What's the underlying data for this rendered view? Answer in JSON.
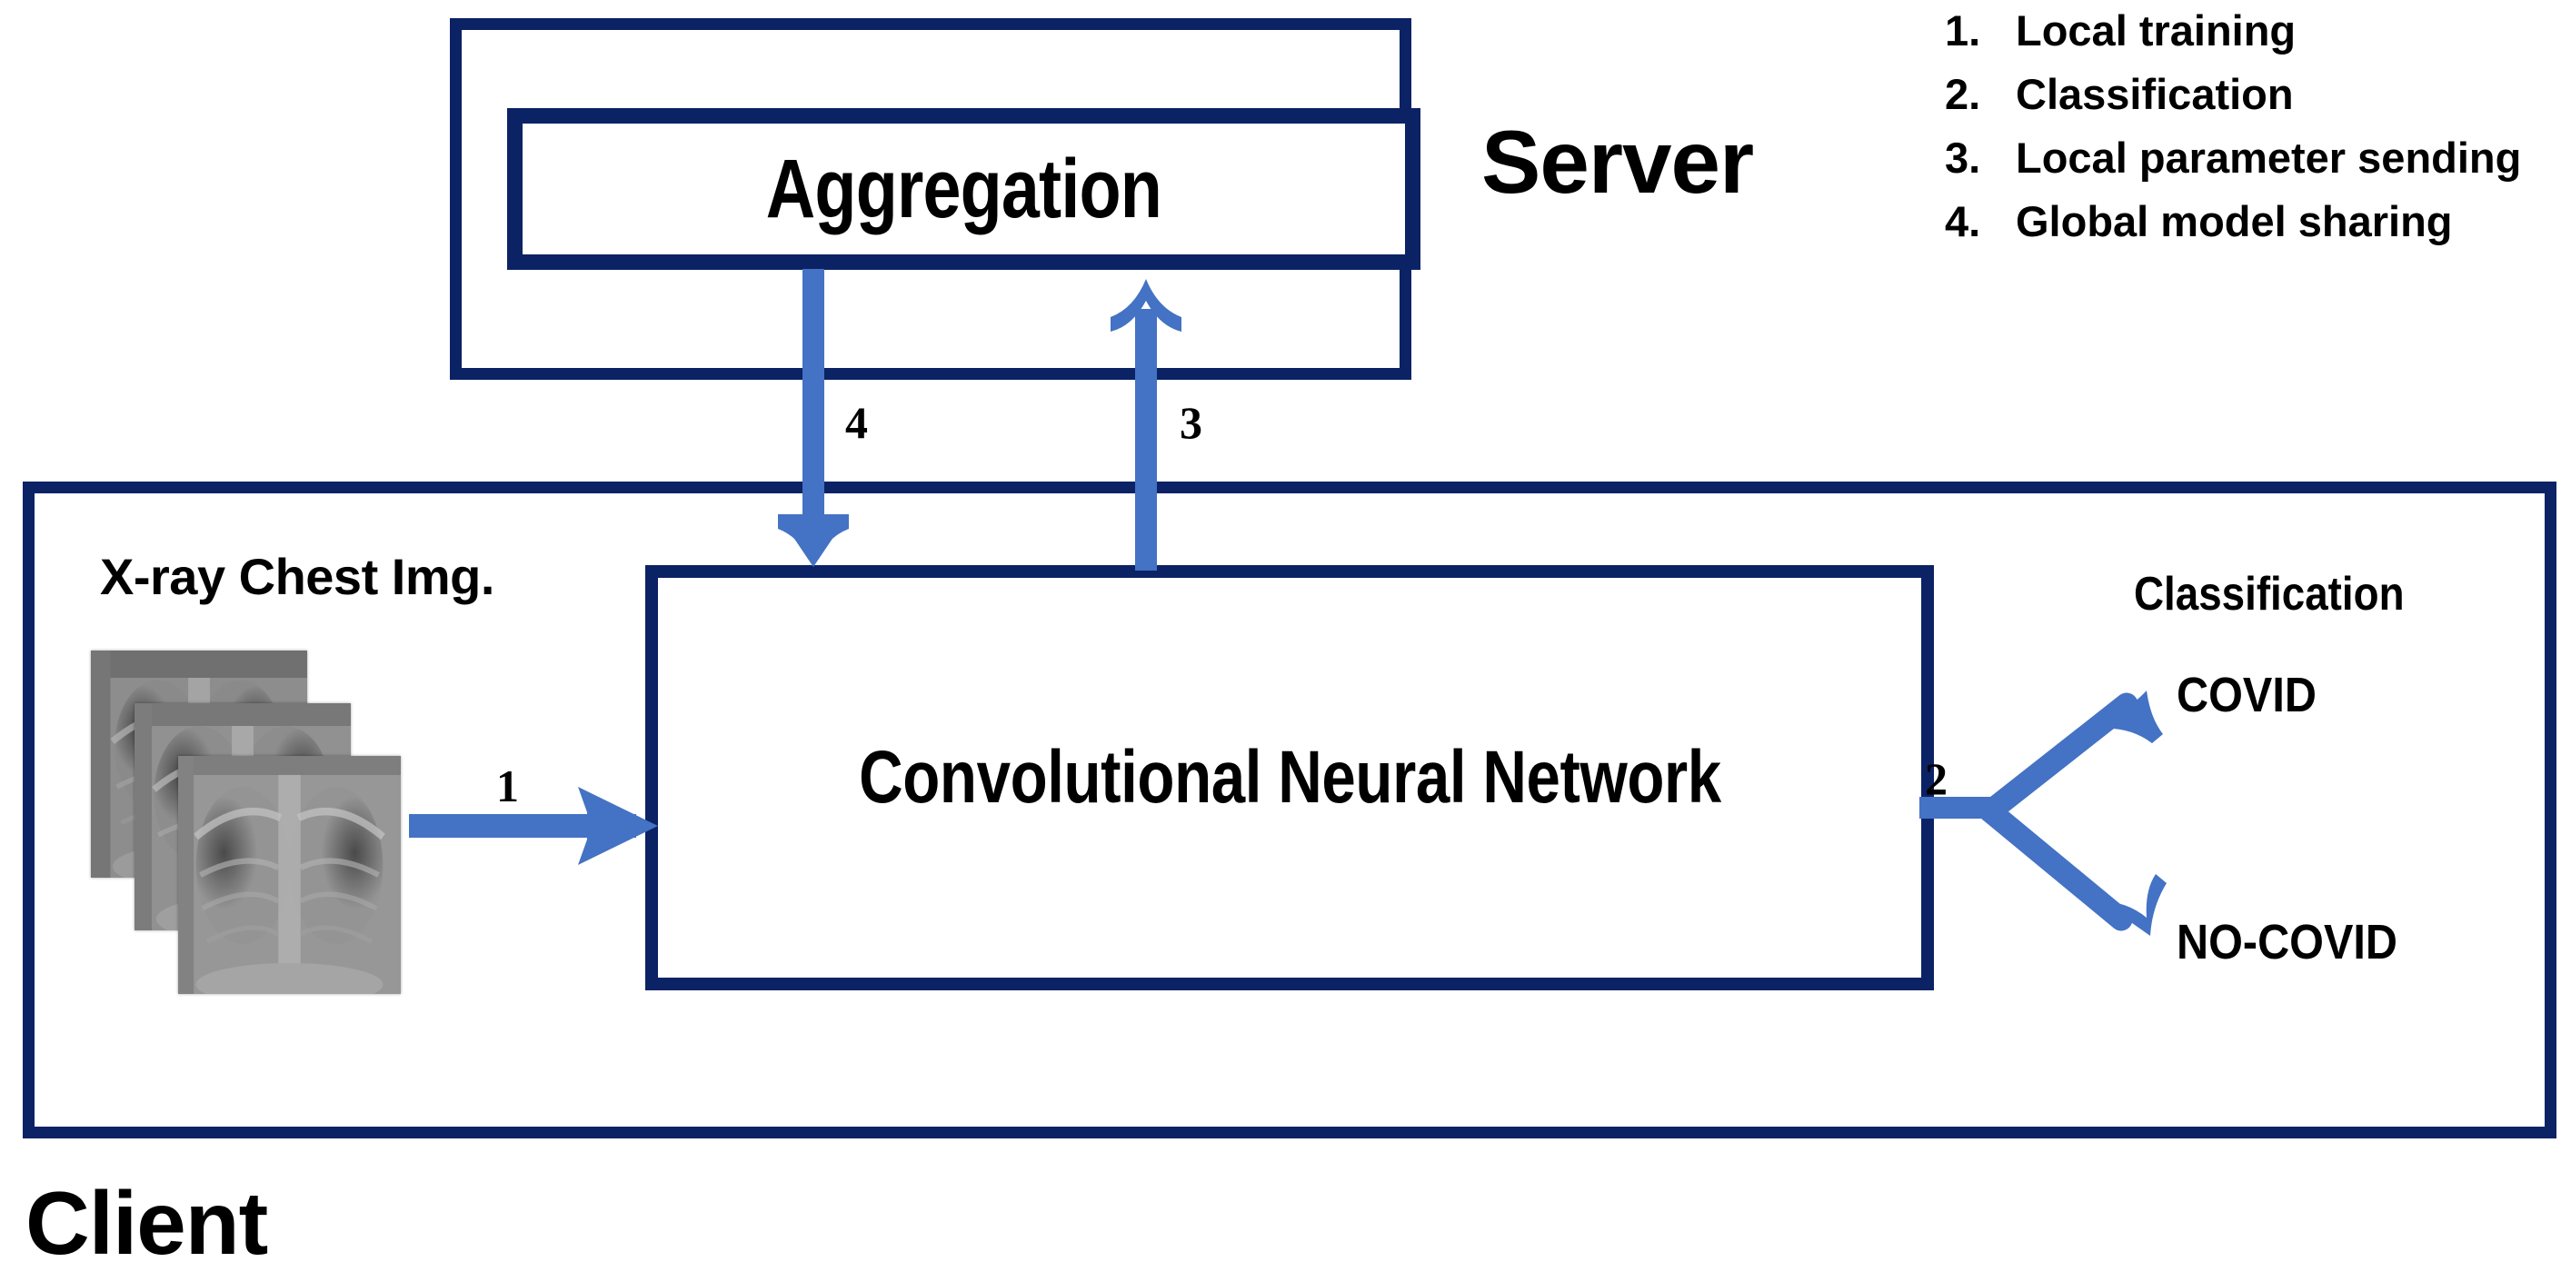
{
  "diagram": {
    "title_server": "Server",
    "title_client": "Client",
    "server": {
      "aggregation_label": "Aggregation"
    },
    "client": {
      "xray_caption": "X-ray Chest Img.",
      "cnn_label": "Convolutional Neural Network",
      "classification_caption": "Classification",
      "classes": [
        {
          "label": "COVID"
        },
        {
          "label": "NO-COVID"
        }
      ]
    },
    "step_numbers": {
      "local_training": "1",
      "classification": "2",
      "parameter_sending": "3",
      "model_sharing": "4"
    },
    "legend": [
      {
        "num": "1.",
        "text": "Local training"
      },
      {
        "num": "2.",
        "text": "Classification"
      },
      {
        "num": "3.",
        "text": "Local parameter sending"
      },
      {
        "num": "4.",
        "text": "Global model sharing"
      }
    ],
    "colors": {
      "box_border": "#0b2265",
      "arrow": "#4472c4",
      "text": "#000000",
      "background": "#ffffff"
    },
    "icons": {
      "xray_1": "chest-xray-image",
      "xray_2": "chest-xray-image",
      "xray_3": "chest-xray-image"
    }
  }
}
